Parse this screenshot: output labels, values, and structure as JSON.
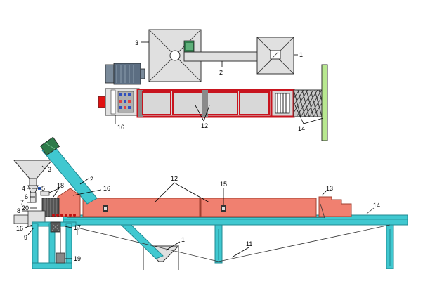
{
  "colors": {
    "housing": "#e0e0e0",
    "furnace": "#f08070",
    "frame": "#40c8d0",
    "frame_dark": "#208890",
    "red_frame": "#c8141e",
    "green_plate": "#b8e890",
    "leader": "#000000"
  },
  "top_view": {
    "labels": {
      "hopper_big": "3",
      "hopper_small": "1",
      "conveyor": "2",
      "motor_unit": "16",
      "furnace": "12",
      "cooling": "14"
    }
  },
  "side_view": {
    "labels": {
      "feed_hopper": "3",
      "screw_feeder": "2",
      "feeder_body": "16",
      "furnace": "12",
      "sensor": "15",
      "exit_hood": "13",
      "discharge": "14",
      "main_frame": "11",
      "lower_hopper": "1",
      "motor": "19",
      "item4": "4",
      "item5": "5",
      "item6": "6",
      "item7": "7",
      "item8": "8",
      "item9": "9",
      "item16b": "16",
      "item17": "17",
      "item18": "18",
      "item20": "20"
    }
  }
}
